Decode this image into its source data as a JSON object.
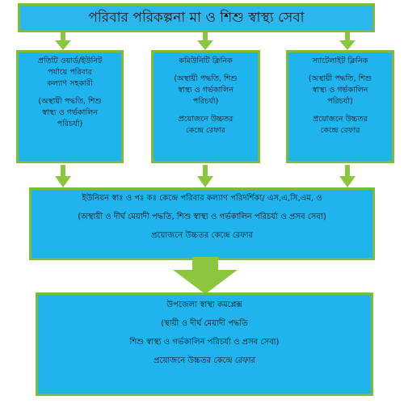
{
  "title": "পরিবার পরিকল্পনা মা ও শিশু স্বাস্থ্য সেবা",
  "columns": [
    {
      "lines": [
        "প্রতিটি ওয়ার্ড/ইউনিট",
        "পর্যায়ে পরিবার",
        "কল্যাণ সহকারী"
      ],
      "services": [
        "(অস্থায়ী পদ্ধতি, শিশু",
        "স্বাস্থ্য ও গর্ভকালিন",
        "পরিচর্যা)"
      ],
      "referral": []
    },
    {
      "lines": [
        "কমিউনিটি ক্লিনিক"
      ],
      "services": [
        "(অস্থায়ী পদ্ধতি, শিশু",
        "স্বাস্থ্য ও গর্ভকালিন",
        "পরিচর্যা)"
      ],
      "referral": [
        "প্রয়োজনে উচ্চতর",
        "কেন্দ্রে রেফার"
      ]
    },
    {
      "lines": [
        "স্যাটেলাইট ক্লিনিক"
      ],
      "services": [
        "(অস্থায়ী পদ্ধতি, শিশু",
        "স্বাস্থ্য ও গর্ভকালিন",
        "পরিচর্যা)"
      ],
      "referral": [
        "প্রয়োজনে উচ্চতর",
        "কেন্দ্রে রেফার"
      ]
    }
  ],
  "union": {
    "heading": "ইউনিয়ন স্বাঃ ও পঃ কঃ কেন্দ্রে পরিবার কল্যাণ পরিদর্শিকা/ এস,এ,সি,এম, ও",
    "services": "(অস্থায়ী ও দীর্ঘ মেয়াদী পদ্ধতি, শিশু স্বাস্থ্য ও গর্ভকালিন পরিচর্যা ও প্রসব সেবা)",
    "referral": "প্রয়োজনে উচ্চতর কেন্দ্রে রেফার"
  },
  "upazila": {
    "heading": "উপজেলা স্বাস্থ্য কমপ্লেক্স",
    "services_1": "(স্থায়ী ও দীর্ঘ মেয়াদী পদ্ধতি",
    "services_2": "শিশু স্বাস্থ্য ও গর্ভকালিন পরিচর্যা ও প্রসব সেবা)",
    "referral": "প্রয়োজনে উচ্চতর কেন্দ্রে রেফার"
  },
  "colors": {
    "box_fill": "#1fb4ee",
    "border": "#7dbb3a",
    "arrow": "#8cc63f"
  }
}
